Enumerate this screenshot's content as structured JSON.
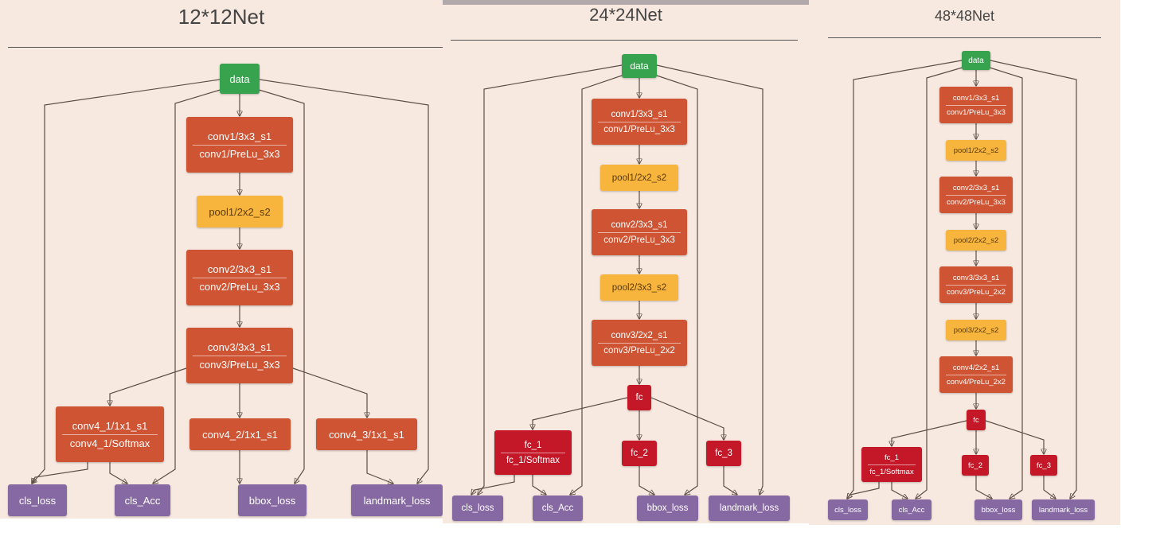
{
  "panels": [
    {
      "title": "12*12Net",
      "nodes": {
        "data": {
          "lines": [
            "data"
          ]
        },
        "conv1": {
          "lines": [
            "conv1/3x3_s1",
            "conv1/PreLu_3x3"
          ]
        },
        "pool1": {
          "lines": [
            "pool1/2x2_s2"
          ]
        },
        "conv2": {
          "lines": [
            "conv2/3x3_s1",
            "conv2/PreLu_3x3"
          ]
        },
        "conv3": {
          "lines": [
            "conv3/3x3_s1",
            "conv3/PreLu_3x3"
          ]
        },
        "conv4_1": {
          "lines": [
            "conv4_1/1x1_s1",
            "conv4_1/Softmax"
          ]
        },
        "conv4_2": {
          "lines": [
            "conv4_2/1x1_s1"
          ]
        },
        "conv4_3": {
          "lines": [
            "conv4_3/1x1_s1"
          ]
        },
        "cls_loss": {
          "lines": [
            "cls_loss"
          ]
        },
        "cls_acc": {
          "lines": [
            "cls_Acc"
          ]
        },
        "bbox_loss": {
          "lines": [
            "bbox_loss"
          ]
        },
        "landmark_loss": {
          "lines": [
            "landmark_loss"
          ]
        }
      }
    },
    {
      "title": "24*24Net",
      "nodes": {
        "data": {
          "lines": [
            "data"
          ]
        },
        "conv1": {
          "lines": [
            "conv1/3x3_s1",
            "conv1/PreLu_3x3"
          ]
        },
        "pool1": {
          "lines": [
            "pool1/2x2_s2"
          ]
        },
        "conv2": {
          "lines": [
            "conv2/3x3_s1",
            "conv2/PreLu_3x3"
          ]
        },
        "pool2": {
          "lines": [
            "pool2/3x3_s2"
          ]
        },
        "conv3": {
          "lines": [
            "conv3/2x2_s1",
            "conv3/PreLu_2x2"
          ]
        },
        "fc": {
          "lines": [
            "fc"
          ]
        },
        "fc_1": {
          "lines": [
            "fc_1",
            "fc_1/Softmax"
          ]
        },
        "fc_2": {
          "lines": [
            "fc_2"
          ]
        },
        "fc_3": {
          "lines": [
            "fc_3"
          ]
        },
        "cls_loss": {
          "lines": [
            "cls_loss"
          ]
        },
        "cls_acc": {
          "lines": [
            "cls_Acc"
          ]
        },
        "bbox_loss": {
          "lines": [
            "bbox_loss"
          ]
        },
        "landmark_loss": {
          "lines": [
            "landmark_loss"
          ]
        }
      }
    },
    {
      "title": "48*48Net",
      "nodes": {
        "data": {
          "lines": [
            "data"
          ]
        },
        "conv1": {
          "lines": [
            "conv1/3x3_s1",
            "conv1/PreLu_3x3"
          ]
        },
        "pool1": {
          "lines": [
            "pool1/2x2_s2"
          ]
        },
        "conv2": {
          "lines": [
            "conv2/3x3_s1",
            "conv2/PreLu_3x3"
          ]
        },
        "pool2": {
          "lines": [
            "pool2/2x2_s2"
          ]
        },
        "conv3": {
          "lines": [
            "conv3/3x3_s1",
            "conv3/PreLu_2x2"
          ]
        },
        "pool3": {
          "lines": [
            "pool3/2x2_s2"
          ]
        },
        "conv4": {
          "lines": [
            "conv4/2x2_s1",
            "conv4/PreLu_2x2"
          ]
        },
        "fc": {
          "lines": [
            "fc"
          ]
        },
        "fc_1": {
          "lines": [
            "fc_1",
            "fc_1/Softmax"
          ]
        },
        "fc_2": {
          "lines": [
            "fc_2"
          ]
        },
        "fc_3": {
          "lines": [
            "fc_3"
          ]
        },
        "cls_loss": {
          "lines": [
            "cls_loss"
          ]
        },
        "cls_acc": {
          "lines": [
            "cls_Acc"
          ]
        },
        "bbox_loss": {
          "lines": [
            "bbox_loss"
          ]
        },
        "landmark_loss": {
          "lines": [
            "landmark_loss"
          ]
        }
      }
    }
  ],
  "colors": {
    "background": "#f7e9e0",
    "data": "#37a34f",
    "conv": "#cf5433",
    "pool": "#f7b53e",
    "fc": "#c41829",
    "loss": "#8669a3",
    "edge": "#5e4d45"
  }
}
